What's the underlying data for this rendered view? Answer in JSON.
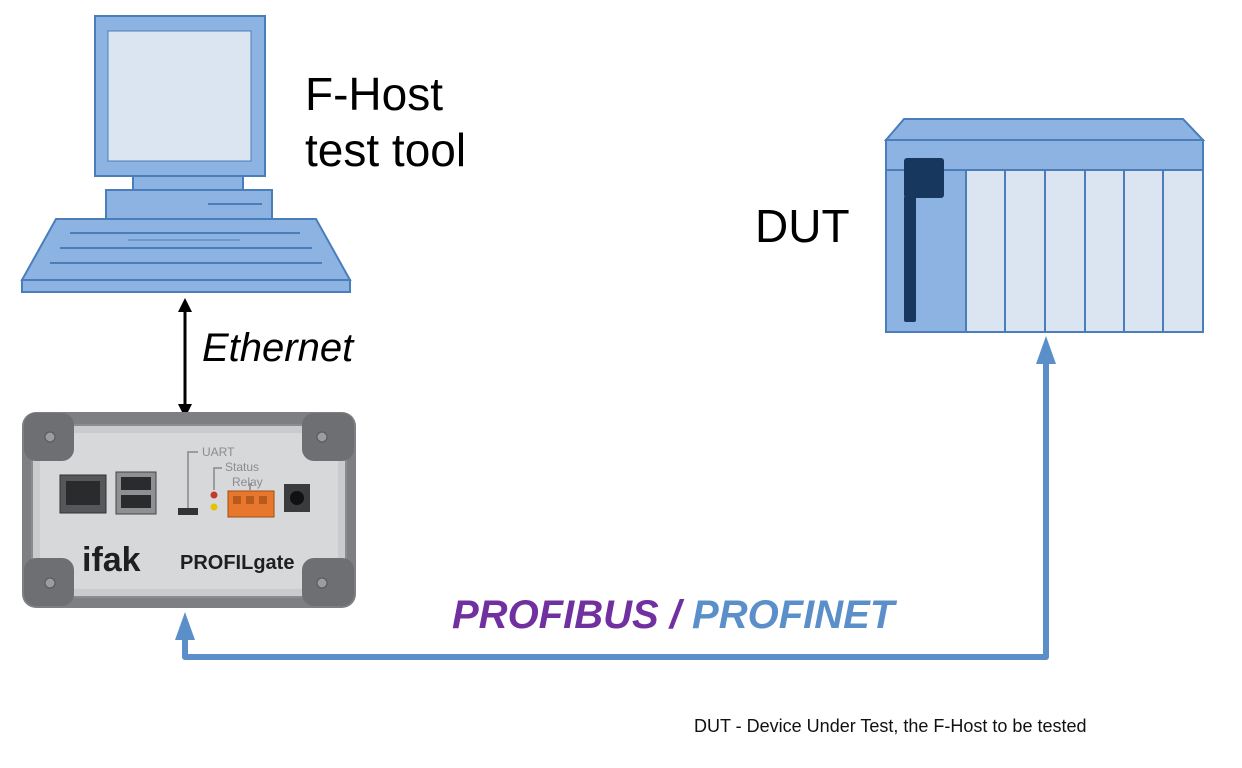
{
  "labels": {
    "fhost_line1": "F-Host",
    "fhost_line2": "test tool",
    "dut": "DUT",
    "ethernet": "Ethernet",
    "bus_profibus": "PROFIBUS /",
    "bus_profinet": "PROFINET",
    "footnote": "DUT - Device Under Test, the F-Host to be tested"
  },
  "gateway": {
    "brand": "ifak",
    "product": "PROFILgate",
    "port_labels": [
      "UART",
      "Status",
      "Relay"
    ]
  },
  "colors": {
    "device_fill": "#8db3e2",
    "device_dark": "#17375e",
    "device_light": "#dbe5f1",
    "outline": "#4a7ebb",
    "bus_line": "#5b8fc9",
    "profibus": "#7030a0",
    "profinet": "#5b8fc9"
  }
}
